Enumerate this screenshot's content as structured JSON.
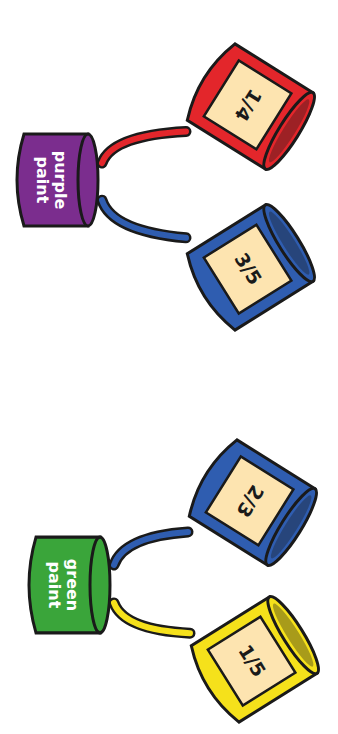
{
  "diagram": {
    "nodes": [
      {
        "text": [
          "purple paint"
        ]
      },
      {
        "text": [
          "1/4"
        ]
      },
      {
        "text": [
          "3/5"
        ]
      },
      {
        "text": [
          "green paint"
        ]
      },
      {
        "text": [
          "2/3"
        ]
      },
      {
        "text": [
          "1/5"
        ]
      }
    ],
    "edges": [
      {
        "from": 1,
        "to": 0,
        "arrow": "none"
      },
      {
        "from": 2,
        "to": 0,
        "arrow": "none"
      },
      {
        "from": 4,
        "to": 3,
        "arrow": "none"
      },
      {
        "from": 5,
        "to": 3,
        "arrow": "none"
      }
    ]
  }
}
